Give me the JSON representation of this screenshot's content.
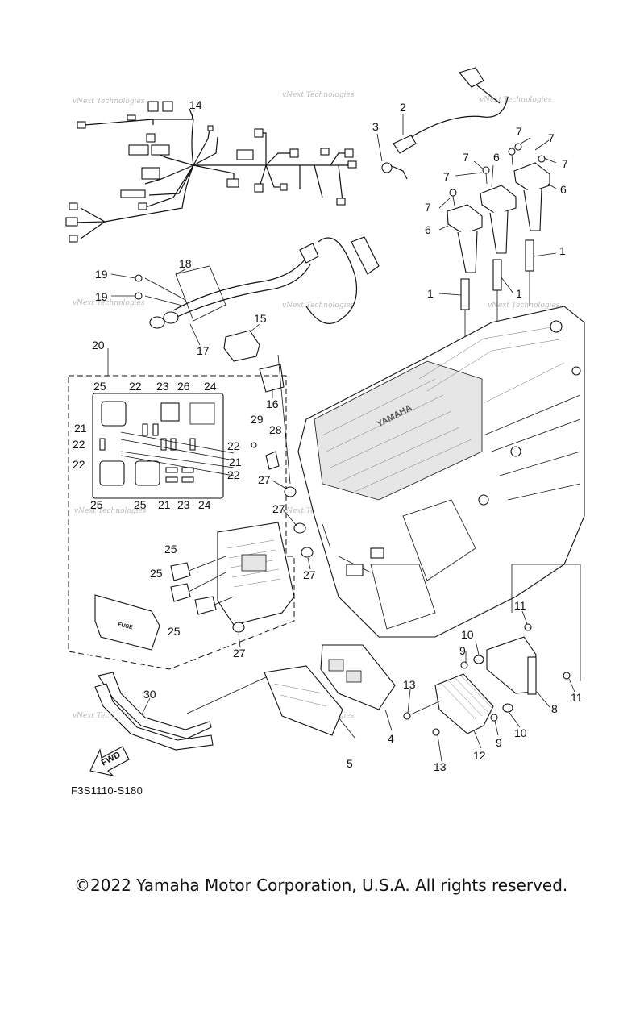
{
  "diagram": {
    "figure_code": "F3S1110-S180",
    "copyright": "©2022 Yamaha Motor Corporation, U.S.A. All rights reserved.",
    "watermark": "vNext Technologies",
    "fwd_label": "FWD",
    "fuse_label": "FUSE",
    "engine_brand": "YAMAHA",
    "callouts": {
      "c1a": "1",
      "c1b": "1",
      "c1c": "1",
      "c2": "2",
      "c3": "3",
      "c4": "4",
      "c5": "5",
      "c6a": "6",
      "c6b": "6",
      "c6c": "6",
      "c7a": "7",
      "c7b": "7",
      "c7c": "7",
      "c7d": "7",
      "c7e": "7",
      "c8": "8",
      "c9a": "9",
      "c9b": "9",
      "c10a": "10",
      "c10b": "10",
      "c11a": "11",
      "c11b": "11",
      "c12": "12",
      "c13a": "13",
      "c13b": "13",
      "c14": "14",
      "c15": "15",
      "c16": "16",
      "c17": "17",
      "c18": "18",
      "c19a": "19",
      "c19b": "19",
      "c20": "20",
      "c21a": "21",
      "c21b": "21",
      "c21c": "21",
      "c22a": "22",
      "c22b": "22",
      "c22c": "22",
      "c22d": "22",
      "c22e": "22",
      "c23a": "23",
      "c23b": "23",
      "c24a": "24",
      "c24b": "24",
      "c25a": "25",
      "c25b": "25",
      "c25c": "25",
      "c25d": "25",
      "c25e": "25",
      "c25f": "25",
      "c26": "26",
      "c27a": "27",
      "c27b": "27",
      "c27c": "27",
      "c27d": "27",
      "c28": "28",
      "c29": "29",
      "c30": "30"
    }
  }
}
